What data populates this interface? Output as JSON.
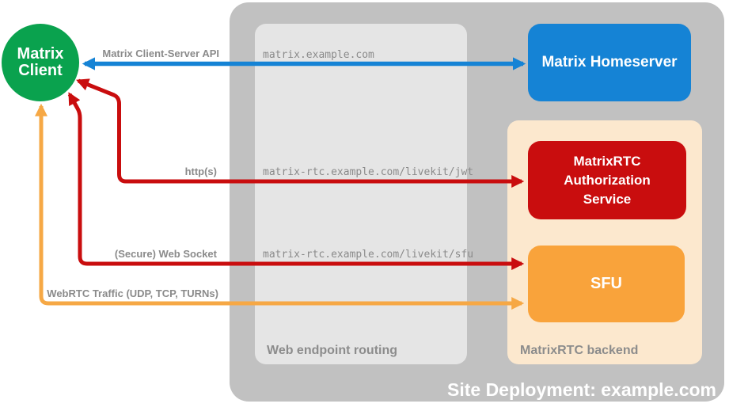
{
  "title": "MatrixRTC site deployment diagram",
  "colors": {
    "client_green": "#0AA24E",
    "homeserver_blue": "#1583D5",
    "auth_red": "#C90D0E",
    "sfu_orange": "#F9A33B",
    "webrtc_orange": "#F6A845",
    "deployment_gray": "#C1C1C1",
    "routing_gray": "#E5E5E5",
    "backend_peach": "#FCE8CE",
    "label_gray": "#8A8A8A"
  },
  "client": {
    "lines": [
      "Matrix",
      "Client"
    ]
  },
  "homeserver": {
    "label": "Matrix Homeserver"
  },
  "auth_service": {
    "label": "MatrixRTC Authorization Service"
  },
  "sfu": {
    "label": "SFU"
  },
  "deployment": {
    "label": "Site Deployment: example.com"
  },
  "routing": {
    "label": "Web endpoint routing",
    "endpoints": {
      "homeserver": "matrix.example.com",
      "jwt": "matrix-rtc.example.com/livekit/jwt",
      "sfu": "matrix-rtc.example.com/livekit/sfu"
    }
  },
  "backend": {
    "label": "MatrixRTC backend"
  },
  "connections": {
    "api": {
      "label": "Matrix Client-Server API"
    },
    "http": {
      "label": "http(s)"
    },
    "websocket": {
      "label": "(Secure) Web Socket"
    },
    "webrtc": {
      "label": "WebRTC Traffic (UDP, TCP, TURNs)"
    }
  }
}
